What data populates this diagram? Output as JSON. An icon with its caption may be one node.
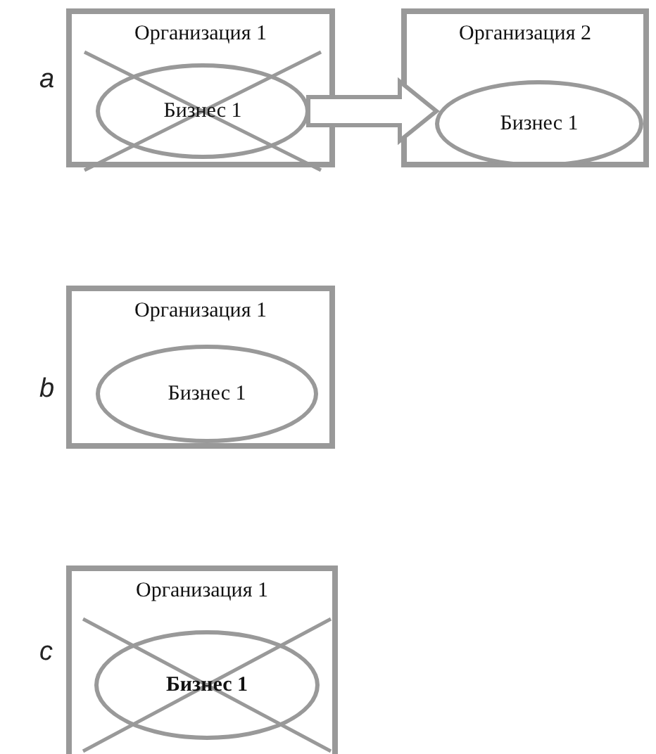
{
  "diagram": {
    "nodes": [
      {
        "text": [
          "Организация 1"
        ]
      },
      {
        "text": [
          "Бизнес 1"
        ],
        "in": 0
      },
      {
        "text": [
          "Организация 2"
        ]
      },
      {
        "text": [
          "Бизнес 1"
        ],
        "in": 2
      },
      {
        "text": [
          "Организация 1"
        ]
      },
      {
        "text": [
          "Бизнес 1"
        ],
        "in": 4
      },
      {
        "text": [
          "Организация 1"
        ]
      },
      {
        "text": [
          "Бизнес 1"
        ],
        "in": 6
      }
    ],
    "edges": [
      {
        "from": 1,
        "to": 3,
        "arrow": "to",
        "style": "thick"
      }
    ],
    "labels": [
      "a",
      "b",
      "c"
    ]
  }
}
